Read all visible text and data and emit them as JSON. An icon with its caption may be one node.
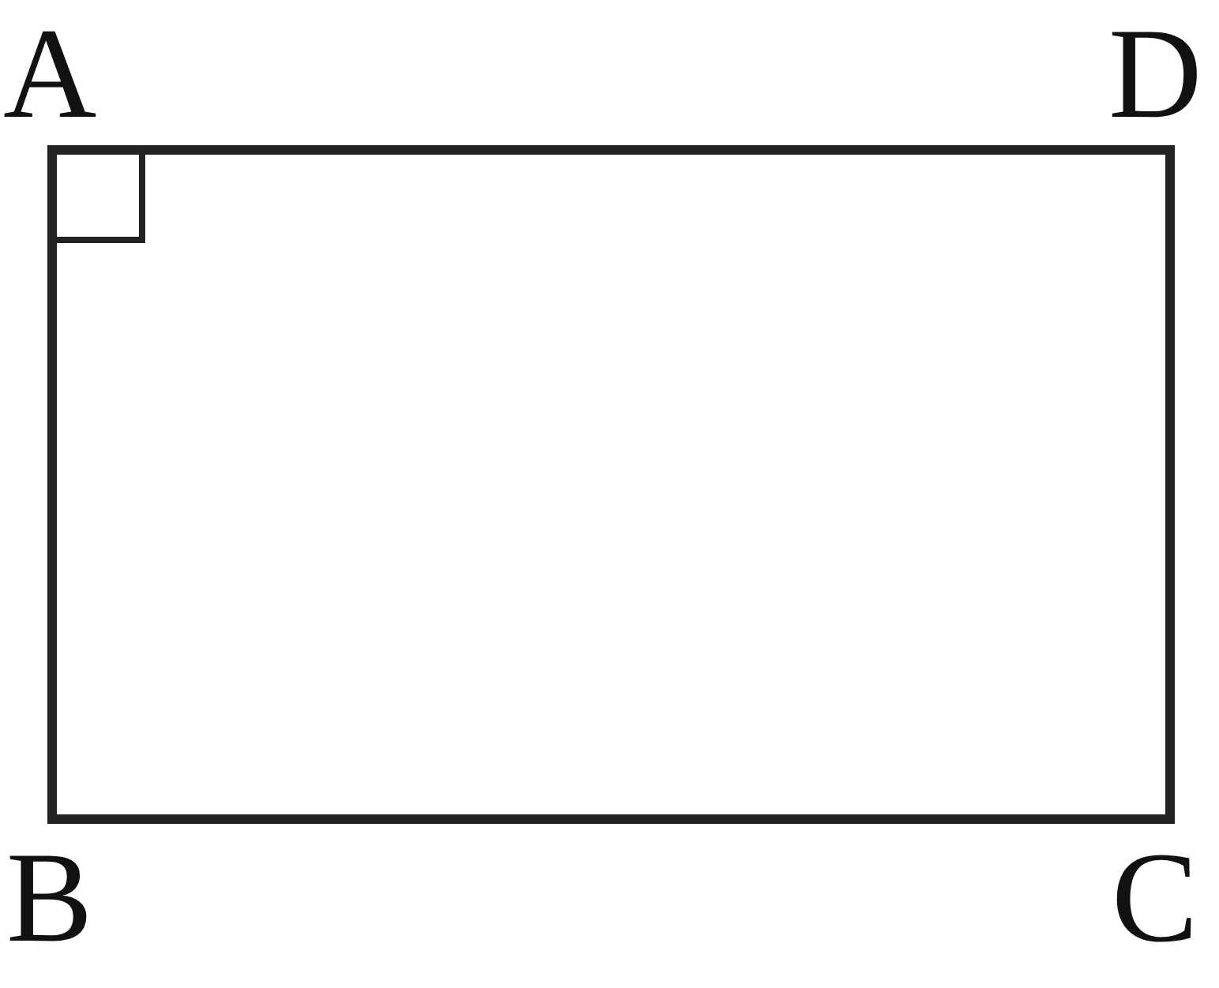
{
  "diagram": {
    "nodes": [
      {
        "text": [
          "A"
        ]
      },
      {
        "text": [
          "D"
        ]
      },
      {
        "text": [
          "B"
        ]
      },
      {
        "text": [
          "C"
        ]
      }
    ],
    "edges": [
      {
        "from": 0,
        "to": 1,
        "arrow": "none"
      },
      {
        "from": 1,
        "to": 3,
        "arrow": "none"
      },
      {
        "from": 3,
        "to": 2,
        "arrow": "none"
      },
      {
        "from": 2,
        "to": 0,
        "arrow": "none"
      }
    ]
  }
}
